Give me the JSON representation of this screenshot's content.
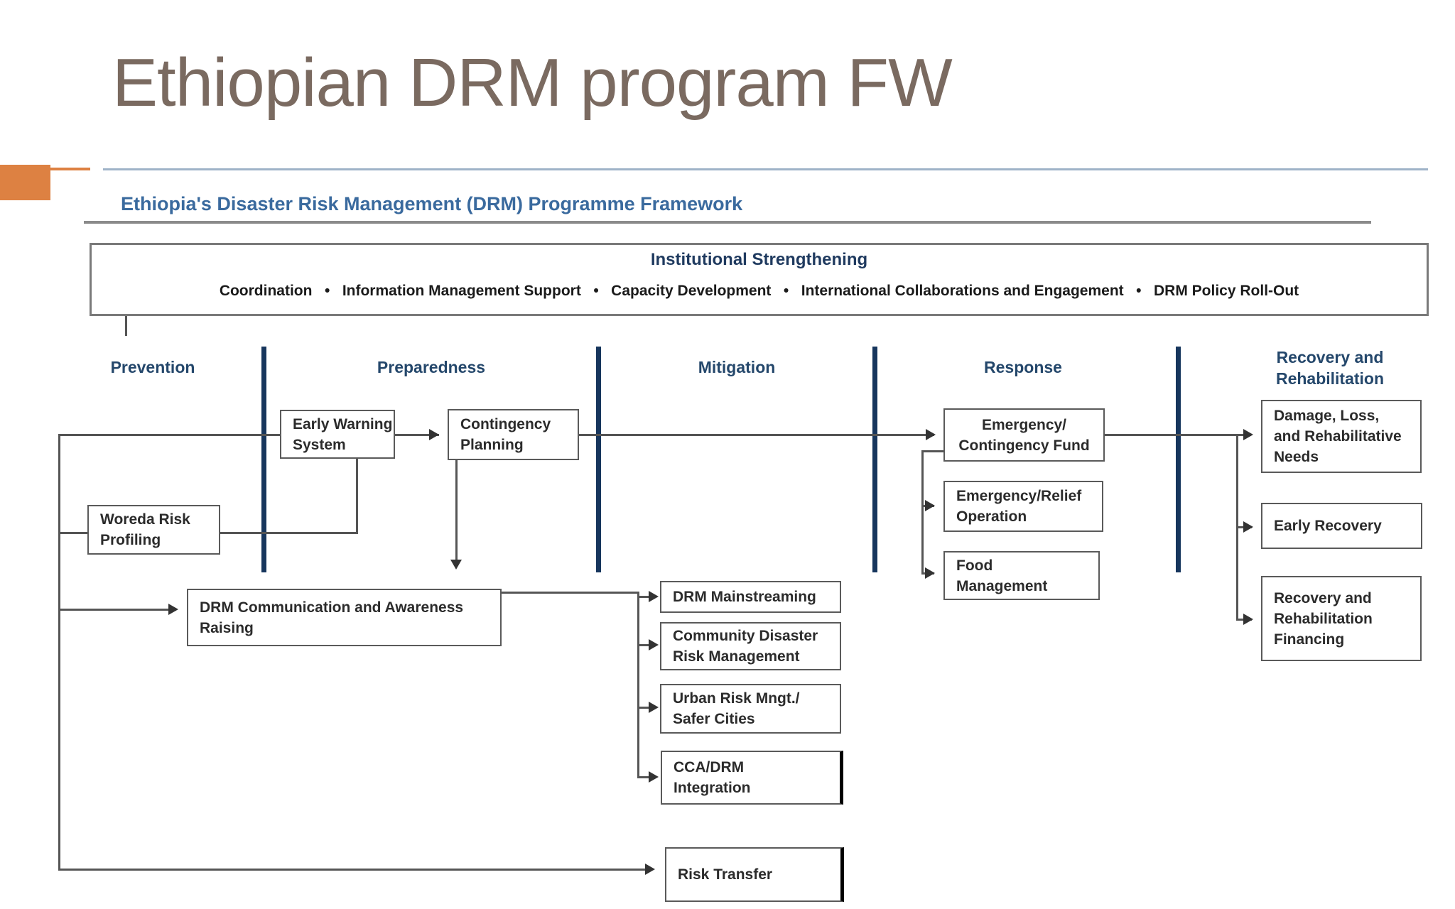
{
  "slide": {
    "title": "Ethiopian DRM program FW",
    "accent_color": "#dd8142",
    "title_color": "#7a6a60"
  },
  "diagram": {
    "heading": "Ethiopia's Disaster Risk Management (DRM) Programme Framework",
    "institutional": {
      "title": "Institutional Strengthening",
      "separator": "•",
      "items": [
        "Coordination",
        "Information Management Support",
        "Capacity Development",
        "International Collaborations and Engagement",
        "DRM Policy Roll-Out"
      ]
    },
    "columns": [
      {
        "label": "Prevention"
      },
      {
        "label": "Preparedness"
      },
      {
        "label": "Mitigation"
      },
      {
        "label": "Response"
      },
      {
        "label": "Recovery and\nRehabilitation"
      }
    ],
    "boxes": {
      "ews": {
        "label": "Early Warning\nSystem"
      },
      "contingency": {
        "label": "Contingency\nPlanning"
      },
      "woreda": {
        "label": "Woreda Risk\nProfiling"
      },
      "drm_comm": {
        "label": "DRM Communication and Awareness\nRaising"
      },
      "mainstreaming": {
        "label": "DRM Mainstreaming"
      },
      "community": {
        "label": "Community Disaster\nRisk Management"
      },
      "urban": {
        "label": "Urban Risk Mngt./\nSafer Cities"
      },
      "cca": {
        "label": "CCA/DRM\nIntegration"
      },
      "risk_transfer": {
        "label": "Risk Transfer"
      },
      "ec_fund": {
        "label": "Emergency/\nContingency Fund"
      },
      "relief": {
        "label": "Emergency/Relief\nOperation"
      },
      "food": {
        "label": "Food\nManagement"
      },
      "damage": {
        "label": "Damage, Loss,\nand Rehabilitative\nNeeds"
      },
      "early_recovery": {
        "label": "Early Recovery"
      },
      "financing": {
        "label": "Recovery and\nRehabilitation\nFinancing"
      }
    },
    "colors": {
      "phase_bar": "#17365d",
      "heading_blue": "#3a6a9e",
      "navy_text": "#1f3a5f",
      "connector": "#555555"
    }
  }
}
